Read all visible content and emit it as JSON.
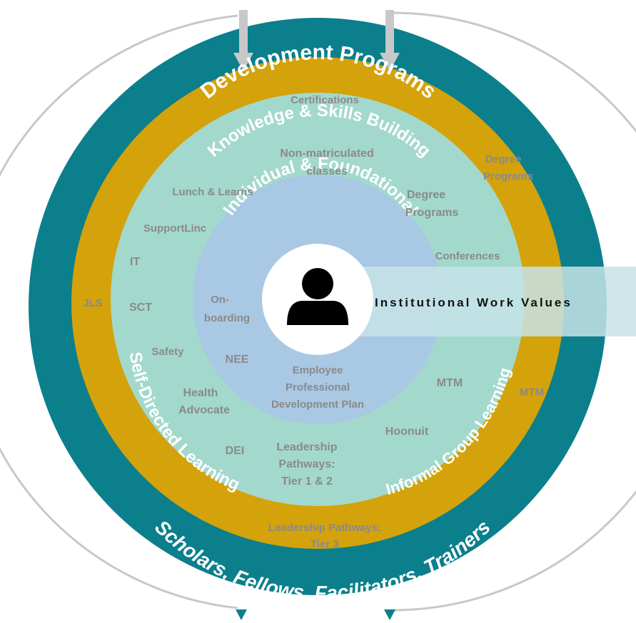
{
  "colors": {
    "outer_ring": "#0b7f8c",
    "gold_ring": "#d4a20a",
    "mint_ring": "#a3d9cc",
    "blue_ring": "#a9c8e4",
    "center": "#ffffff",
    "person": "#000000",
    "band": "#bfe0e6",
    "label_gray": "#8a8a8a"
  },
  "rings": {
    "outer_top_title": "Development Programs",
    "outer_bottom_title": "Scholars, Fellows, Facilitators, Trainers",
    "knowledge_title": "Knowledge & Skills Building",
    "individual_title": "Individual & Foundational",
    "self_directed_title": "Self-Directed Learning",
    "informal_title": "Informal Group Learning"
  },
  "band": {
    "text": "Institutional Work Values"
  },
  "center_icon": "person-icon",
  "labels": {
    "certifications": "Certifications",
    "degree_programs_outer_1": "Degree",
    "degree_programs_outer_2": "Programs",
    "jls": "JLS",
    "mtm_outer": "MTM",
    "leadership_t3_1": "Leadership Pathways:",
    "leadership_t3_2": "Tier 3",
    "non_matric_1": "Non-matriculated",
    "non_matric_2": "classes",
    "lunch": "Lunch & Learns",
    "degree_inner_1": "Degree",
    "degree_inner_2": "Programs",
    "supportlinc": "SupportLinc",
    "it": "IT",
    "conferences": "Conferences",
    "sct": "SCT",
    "safety": "Safety",
    "health_1": "Health",
    "health_2": "Advocate",
    "dei": "DEI",
    "leadership_12_1": "Leadership",
    "leadership_12_2": "Pathways:",
    "leadership_12_3": "Tier 1 & 2",
    "hoonuit": "Hoonuit",
    "mtm_inner": "MTM",
    "onboarding_1": "On-",
    "onboarding_2": "boarding",
    "nee": "NEE",
    "epdp_1": "Employee",
    "epdp_2": "Professional",
    "epdp_3": "Development Plan"
  }
}
